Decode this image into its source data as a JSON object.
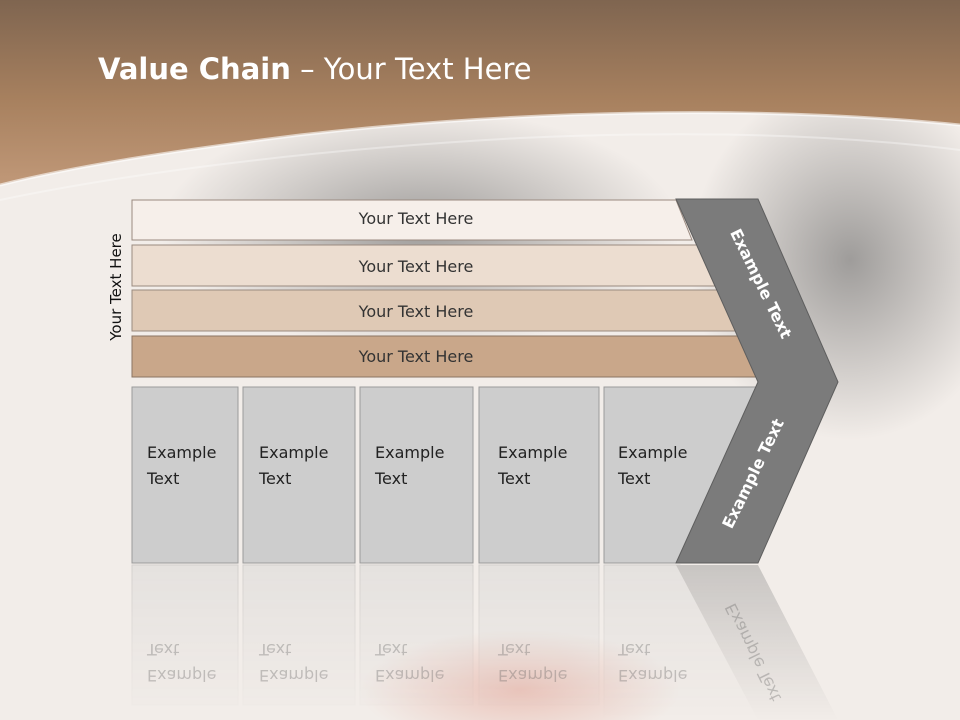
{
  "slide": {
    "title_bold": "Value Chain",
    "title_rest": " – Your Text Here",
    "side_label": "Your Text Here"
  },
  "bars": [
    {
      "label": "Your Text Here",
      "color": "#f6efea"
    },
    {
      "label": "Your Text Here",
      "color": "#ecddd0"
    },
    {
      "label": "Your Text Here",
      "color": "#dfc9b5"
    },
    {
      "label": "Your Text Here",
      "color": "#c9a78a"
    }
  ],
  "boxes": [
    {
      "line1": "Example",
      "line2": "Text"
    },
    {
      "line1": "Example",
      "line2": "Text"
    },
    {
      "line1": "Example",
      "line2": "Text"
    },
    {
      "line1": "Example",
      "line2": "Text"
    },
    {
      "line1": "Example",
      "line2": "Text"
    }
  ],
  "arrow": {
    "top_label": "Example Text",
    "bottom_label": "Example Text",
    "color": "#7b7b7b"
  },
  "colors": {
    "header_brown": "#a67d5d",
    "box_gray": "#cdcdcd"
  }
}
